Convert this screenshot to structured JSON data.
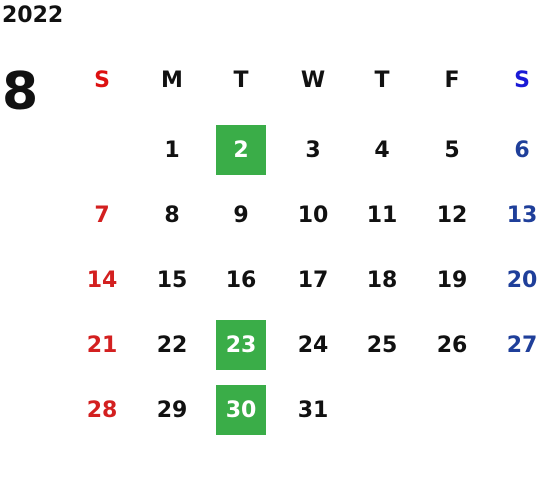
{
  "year": "2022",
  "month": "8",
  "weekdays": [
    "S",
    "M",
    "T",
    "W",
    "T",
    "F",
    "S"
  ],
  "weekday_colors": [
    "#dd1111",
    "#111111",
    "#111111",
    "#111111",
    "#111111",
    "#111111",
    "#1a1ad6"
  ],
  "first_weekday_index": 1,
  "days_in_month": 31,
  "day_colors": {
    "sunday": "#d32020",
    "weekday": "#111111",
    "saturday": "#1f3f9a"
  },
  "highlighted_days": [
    2,
    23,
    30
  ],
  "highlight_color": "#3aad48",
  "highlight_text_color": "#ffffff"
}
